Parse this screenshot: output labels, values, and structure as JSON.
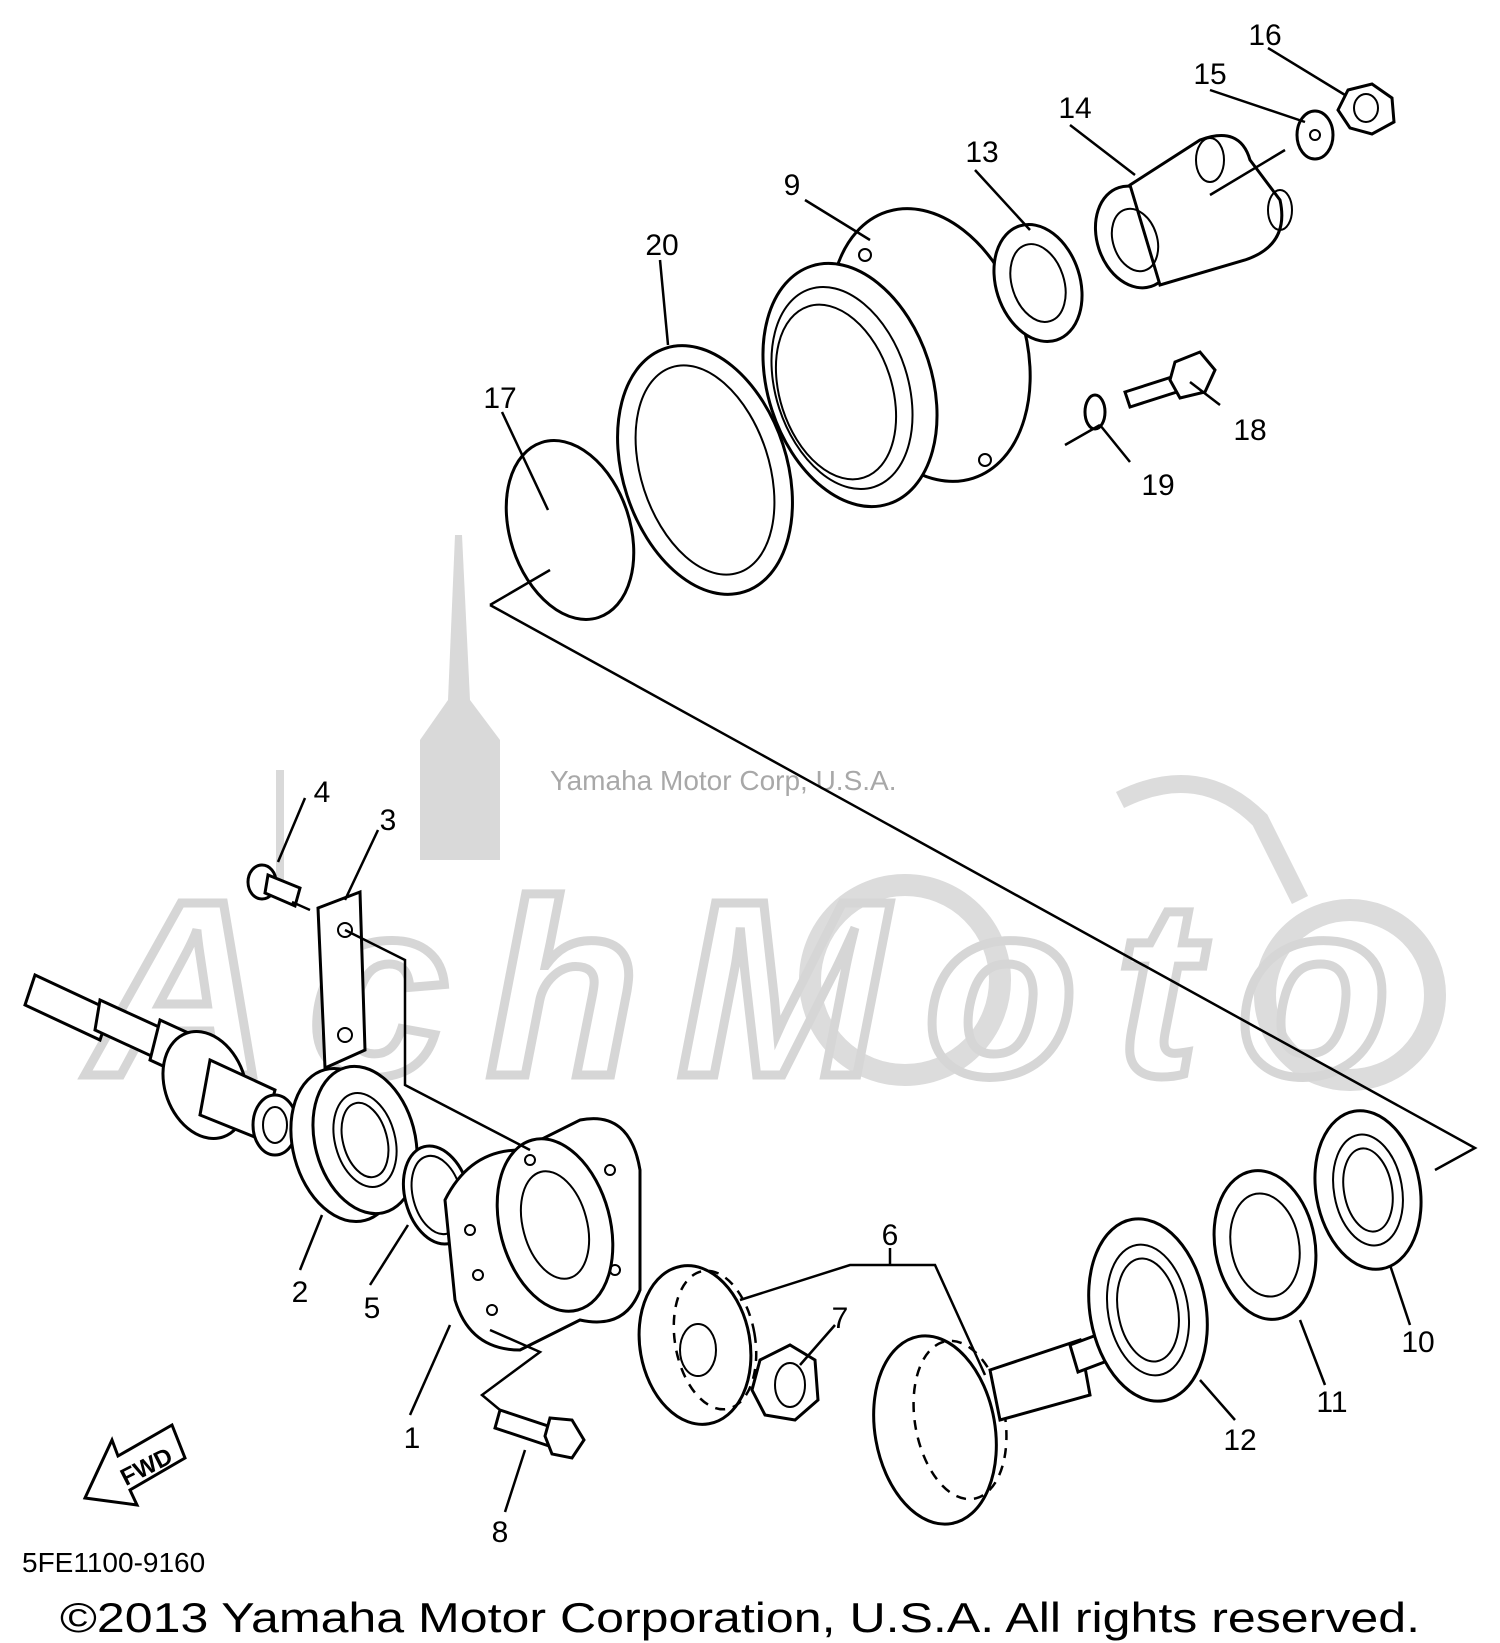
{
  "watermark": {
    "logo_text": "AchMoto",
    "trademark_text": "Yamaha Motor Corp, U.S.A."
  },
  "diagram_code": "5FE1100-9160",
  "copyright": "©2013 Yamaha Motor Corporation, U.S.A. All rights reserved.",
  "fwd_label": "FWD",
  "callouts": [
    {
      "id": "1",
      "label": "1"
    },
    {
      "id": "2",
      "label": "2"
    },
    {
      "id": "3",
      "label": "3"
    },
    {
      "id": "4",
      "label": "4"
    },
    {
      "id": "5",
      "label": "5"
    },
    {
      "id": "6",
      "label": "6"
    },
    {
      "id": "7",
      "label": "7"
    },
    {
      "id": "8",
      "label": "8"
    },
    {
      "id": "9",
      "label": "9"
    },
    {
      "id": "10",
      "label": "10"
    },
    {
      "id": "11",
      "label": "11"
    },
    {
      "id": "12",
      "label": "12"
    },
    {
      "id": "13",
      "label": "13"
    },
    {
      "id": "14",
      "label": "14"
    },
    {
      "id": "15",
      "label": "15"
    },
    {
      "id": "16",
      "label": "16"
    },
    {
      "id": "17",
      "label": "17"
    },
    {
      "id": "18",
      "label": "18"
    },
    {
      "id": "19",
      "label": "19"
    },
    {
      "id": "20",
      "label": "20"
    }
  ]
}
